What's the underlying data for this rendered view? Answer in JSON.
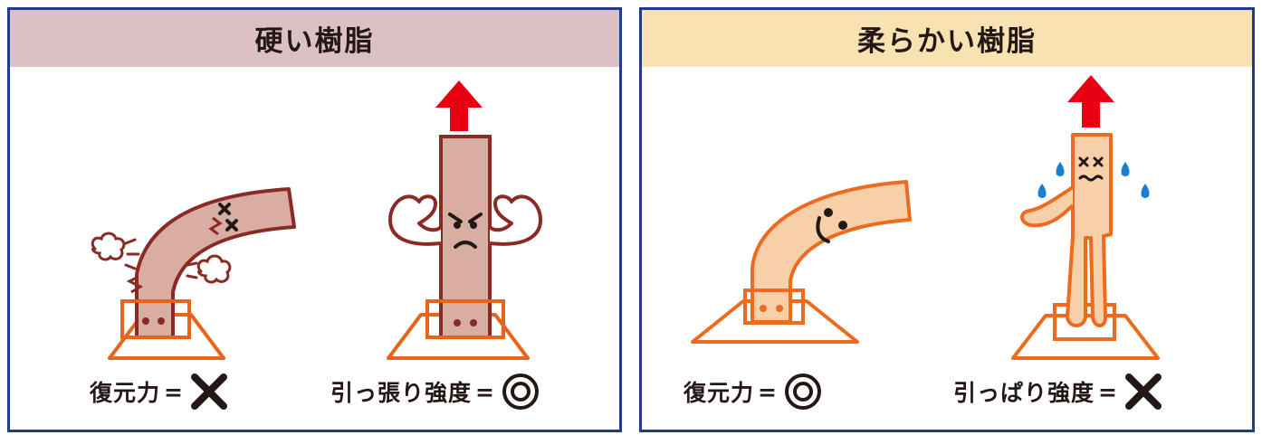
{
  "hard_resin": {
    "title": "硬い樹脂",
    "left_caption": {
      "label": "復元力",
      "equals": "=",
      "result": "cross"
    },
    "right_caption": {
      "label": "引っ張り強度",
      "equals": "=",
      "result": "double-circle"
    }
  },
  "soft_resin": {
    "title": "柔らかい樹脂",
    "left_caption": {
      "label": "復元力",
      "equals": "=",
      "result": "double-circle"
    },
    "right_caption": {
      "label": "引っぱり強度",
      "equals": "=",
      "result": "cross"
    }
  },
  "colors": {
    "border": "#233a86",
    "hard_header_bg": "#dcc1c4",
    "soft_header_bg": "#f8e2b2",
    "hard_body_fill": "#d9aea2",
    "hard_outline": "#8a2a25",
    "soft_body_fill": "#f7cfa8",
    "soft_outline": "#ec6b1e",
    "base_outline": "#e8641b",
    "arrow": "#e60012",
    "tear": "#1a7fd1"
  }
}
